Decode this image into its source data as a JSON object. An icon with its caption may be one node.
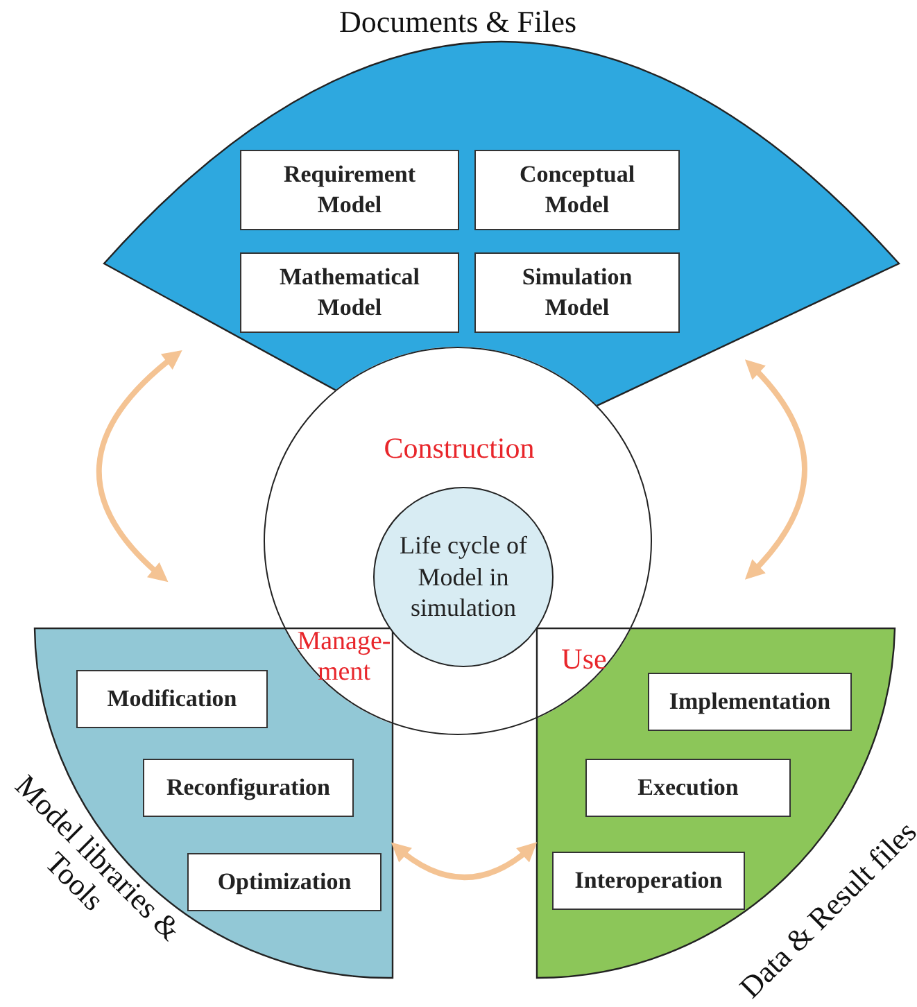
{
  "diagram": {
    "nodes": [
      {
        "text": [
          "Documents & Files"
        ]
      },
      {
        "text": [
          "Requirement Model"
        ],
        "in": 0
      },
      {
        "text": [
          "Conceptual Model"
        ],
        "in": 0
      },
      {
        "text": [
          "Mathematical Model"
        ],
        "in": 0
      },
      {
        "text": [
          "Simulation Model"
        ],
        "in": 0
      },
      {
        "text": [
          "Construction",
          "Manage-ment",
          "Use"
        ]
      },
      {
        "text": [
          "Life cycle of Model in simulation"
        ],
        "in": 5
      },
      {
        "text": [
          "Model libraries & Tools"
        ]
      },
      {
        "text": [
          "Modification"
        ],
        "in": 7
      },
      {
        "text": [
          "Reconfiguration"
        ],
        "in": 7
      },
      {
        "text": [
          "Optimization"
        ],
        "in": 7
      },
      {
        "text": [
          "Data & Result files"
        ]
      },
      {
        "text": [
          "Implementation"
        ],
        "in": 11
      },
      {
        "text": [
          "Execution"
        ],
        "in": 11
      },
      {
        "text": [
          "Interoperation"
        ],
        "in": 11
      }
    ],
    "edges": [
      {
        "from": 0,
        "to": 7,
        "arrow": "both"
      },
      {
        "from": 0,
        "to": 11,
        "arrow": "both"
      },
      {
        "from": 7,
        "to": 11,
        "arrow": "both"
      }
    ]
  }
}
